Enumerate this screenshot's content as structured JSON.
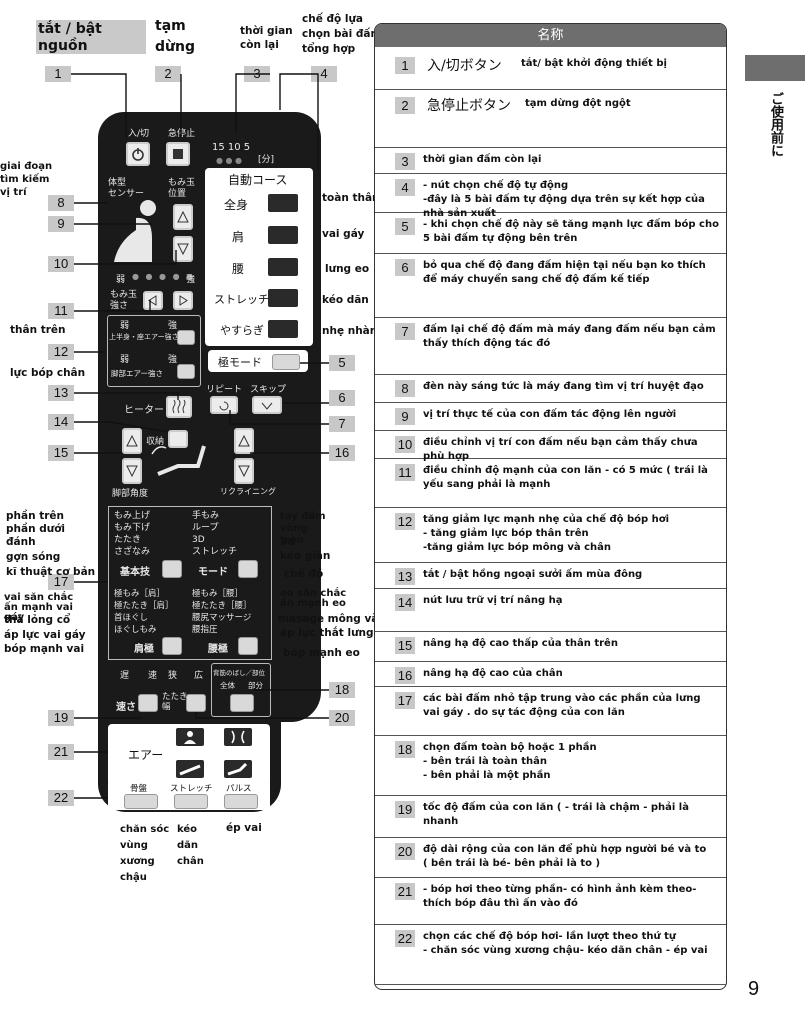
{
  "top_labels": {
    "power": "tắt / bật nguồn",
    "pause": "tạm dừng",
    "time_left": "thời gian còn lại",
    "mode_select": "chế độ lựa chọn bài đấm tổng hợp"
  },
  "left_labels": {
    "search": "giai đoạn tìm kiếm vị trí",
    "upper_body": "thân trên",
    "press_leg": "lực bóp chân",
    "full_above": "phần trên",
    "lower": "phần dưới",
    "beat": "đánh",
    "wave": "gợn sóng",
    "basic": "kĩ thuật cơ bản",
    "shoulder_press": "vai săn chắc ấn mạnh vai gáy",
    "neck_relax": "thả lỏng cổ",
    "neck_pressure": "áp lực vai gáy",
    "shoulder_squeeze": "bóp mạnh vai"
  },
  "right_labels": {
    "full_body": "toàn thân",
    "shoulder_neck": "vai gáy",
    "waist": "lưng eo",
    "stretch": "kéo dãn",
    "gentle": "nhẹ nhàng",
    "circle_hand": "tay đấm vòng tròn",
    "three_d": "3d",
    "stretch2": "kéo giãn",
    "mode": "chế độ",
    "waist_firm": "eo săn chắc ấn mạnh eo",
    "hip_massage": "masage mông và eo",
    "back_pressure": "áp lực thắt lưng",
    "waist_squeeze": "bóp mạnh eo"
  },
  "bottom_labels": {
    "pelvis": "chăn sóc vùng xương chậu",
    "leg_stretch": "kéo dãn chân",
    "shoulder_press": "ép vai"
  },
  "numbers": [
    "1",
    "2",
    "3",
    "4",
    "5",
    "6",
    "7",
    "8",
    "9",
    "10",
    "11",
    "12",
    "13",
    "14",
    "15",
    "16",
    "17",
    "18",
    "19",
    "20",
    "21",
    "22"
  ],
  "remote": {
    "power": "入/切",
    "stop": "急停止",
    "timer_values": "15 10 5",
    "timer_unit": "[分]",
    "auto_course": "自動コース",
    "body_sensor": "体型\nセンサー",
    "ball_pos": "もみ玉\n位置",
    "courses": [
      "全身",
      "肩",
      "腰",
      "ストレッチ",
      "やすらぎ"
    ],
    "weak": "弱",
    "strong": "強",
    "ball_strength": "もみ玉\n強さ",
    "air_upper": "上半身・座エアー強さ",
    "air_leg": "脚部エアー強さ",
    "kyoku_mode": "極モード",
    "repeat": "リピート",
    "skip": "スキップ",
    "heater": "ヒーター",
    "storage": "収納",
    "leg_angle": "脚部角度",
    "reclining": "リクライニング",
    "basic_items": [
      "もみ上げ",
      "もみ下げ",
      "たたき",
      "さざなみ"
    ],
    "basic_title": "基本技",
    "mode_items": [
      "手もみ",
      "ループ",
      "3D",
      "ストレッチ"
    ],
    "mode_title": "モード",
    "shoulder_items": [
      "極もみ［肩］",
      "極たたき［肩］",
      "首ほぐし",
      "ほぐしもみ"
    ],
    "shoulder_title": "肩極",
    "waist_items": [
      "極もみ［腰］",
      "極たたき［腰］",
      "腰尻マッサージ",
      "腰指圧"
    ],
    "waist_title": "腰極",
    "slow": "遅",
    "fast": "速",
    "speed": "速さ",
    "narrow": "狭",
    "wide": "広",
    "tataki_width": "たたき\n幅",
    "back_partial": "背筋のばし／部位",
    "whole": "全体",
    "part": "部分",
    "air": "エアー",
    "bottom_buttons": [
      "骨盤",
      "ストレッチ",
      "パルス"
    ]
  },
  "table": {
    "header": "名称",
    "rows": [
      {
        "n": "1",
        "jp": "入/切ボタン",
        "text": "tắt/ bật khởi động thiết bị"
      },
      {
        "n": "2",
        "jp": "急停止ボタン",
        "text": "tạm dừng đột ngột"
      },
      {
        "n": "3",
        "text": "thời gian đấm còn lại"
      },
      {
        "n": "4",
        "text": "- nút chọn chế độ tự động\n-đây là 5 bài đấm tự động dựa trên sự kết hợp của nhà sản xuất"
      },
      {
        "n": "5",
        "text": "- khi chọn chế độ này sẽ tăng mạnh lực đấm bóp cho 5 bài đấm tự động bên trên"
      },
      {
        "n": "6",
        "text": "bỏ qua chế độ đang đấm hiện tại nếu bạn ko thích để máy chuyển sang chế độ đấm kế tiếp"
      },
      {
        "n": "7",
        "text": "đấm lại chế độ đấm mà máy đang đấm nếu bạn cảm thấy thích động tác đó"
      },
      {
        "n": "8",
        "text": "đèn này sáng tức là máy đang tìm vị trí huyệt đạo"
      },
      {
        "n": "9",
        "text": "vị trí thực tế của con đấm tác động lên người"
      },
      {
        "n": "10",
        "text": "điều chỉnh vị trí con đấm nếu bạn cảm thấy chưa phù hợp"
      },
      {
        "n": "11",
        "text": "điều chỉnh độ mạnh của con lăn - có 5 mức ( trái là yếu sang phải là mạnh"
      },
      {
        "n": "12",
        "text": "tăng giảm lực mạnh nhẹ của chế độ bóp hơi\n - tăng giảm lực bóp thân trên\n -tăng giảm lực bóp mông và chân"
      },
      {
        "n": "13",
        "text": "tắt / bật hồng ngoại sưởi ấm mùa đông"
      },
      {
        "n": "14",
        "text": "nút lưu trữ vị trí nâng hạ"
      },
      {
        "n": "15",
        "text": "nâng hạ độ cao thấp của thân trên"
      },
      {
        "n": "16",
        "text": "nâng hạ độ cao của chân"
      },
      {
        "n": "17",
        "text": "các bài đấm nhỏ tập trung vào các phần của lưng vai gáy . do sự tác động của con lăn"
      },
      {
        "n": "18",
        "text": "chọn đấm toàn bộ hoặc 1 phần\n - bên trái là toàn thân\n - bên phải là một phần"
      },
      {
        "n": "19",
        "text": "tốc độ đấm của con lăn ( - trái là chậm - phải là nhanh"
      },
      {
        "n": "20",
        "text": "độ dài rộng của con lăn để phù hợp người bé và to\n ( bên trái là bé- bên phải là to )"
      },
      {
        "n": "21",
        "text": "- bóp hơi theo từng phần- có hình ảnh kèm theo- thích bóp đâu thì ấn vào đó"
      },
      {
        "n": "22",
        "text": "chọn các chế độ bóp hơi- lần lượt theo thứ tự\n - chăn sóc vùng xương chậu- kéo dãn chân - ép vai"
      }
    ]
  },
  "side_tab": "ご使用前に",
  "page_number": "9"
}
